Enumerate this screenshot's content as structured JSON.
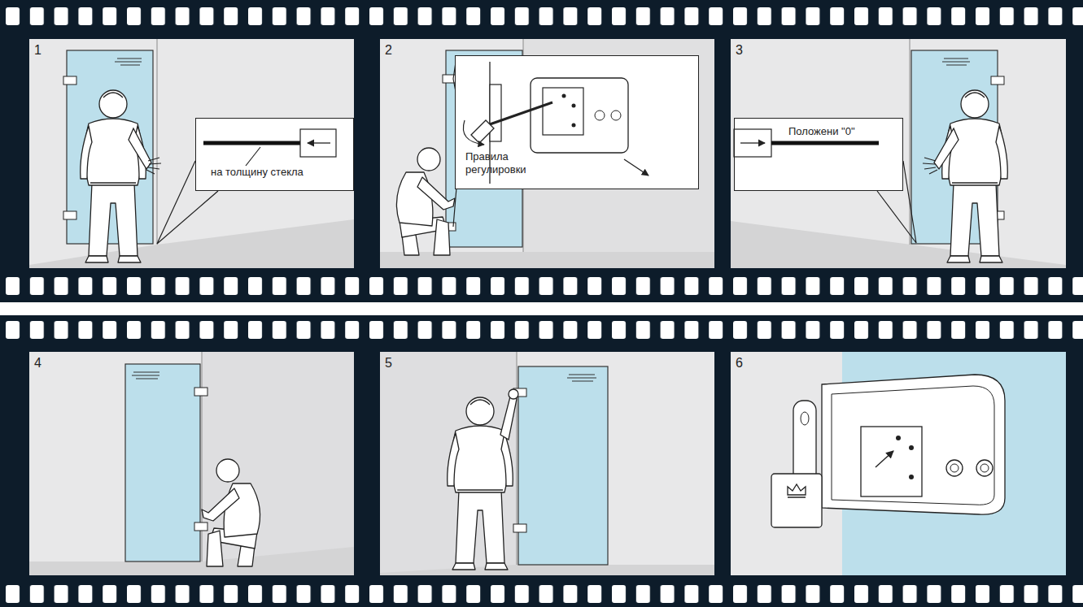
{
  "diagram": {
    "nodes": [
      {
        "text": [
          "1"
        ]
      },
      {
        "text": [
          "на толщину стекла"
        ],
        "in": 0
      },
      {
        "text": [
          "2"
        ]
      },
      {
        "text": [
          "Правила регулировки"
        ],
        "in": 2
      },
      {
        "text": [
          "3"
        ]
      },
      {
        "text": [
          "Положени \"0\""
        ],
        "in": 4
      },
      {
        "text": [
          "4"
        ]
      },
      {
        "text": [
          "5"
        ]
      },
      {
        "text": [
          "6"
        ]
      }
    ]
  }
}
